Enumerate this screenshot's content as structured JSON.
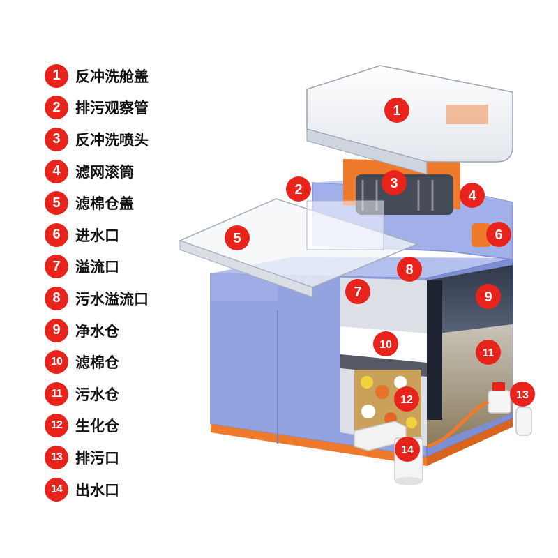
{
  "legend": [
    {
      "num": "1",
      "label": "反冲洗舱盖"
    },
    {
      "num": "2",
      "label": "排污观察管"
    },
    {
      "num": "3",
      "label": "反冲洗喷头"
    },
    {
      "num": "4",
      "label": "滤网滚筒"
    },
    {
      "num": "5",
      "label": "滤棉仓盖"
    },
    {
      "num": "6",
      "label": "进水口"
    },
    {
      "num": "7",
      "label": "溢流口"
    },
    {
      "num": "8",
      "label": "污水溢流口"
    },
    {
      "num": "9",
      "label": "净水仓"
    },
    {
      "num": "10",
      "label": "滤棉仓"
    },
    {
      "num": "11",
      "label": "污水仓"
    },
    {
      "num": "12",
      "label": "生化仓"
    },
    {
      "num": "13",
      "label": "排污口"
    },
    {
      "num": "14",
      "label": "出水口"
    }
  ],
  "markers": [
    "1",
    "2",
    "3",
    "4",
    "5",
    "6",
    "7",
    "8",
    "9",
    "10",
    "11",
    "12",
    "13",
    "14"
  ],
  "colors": {
    "badge": "#e8231c",
    "body": "#8f9fdc",
    "accent": "#f07a2c"
  }
}
